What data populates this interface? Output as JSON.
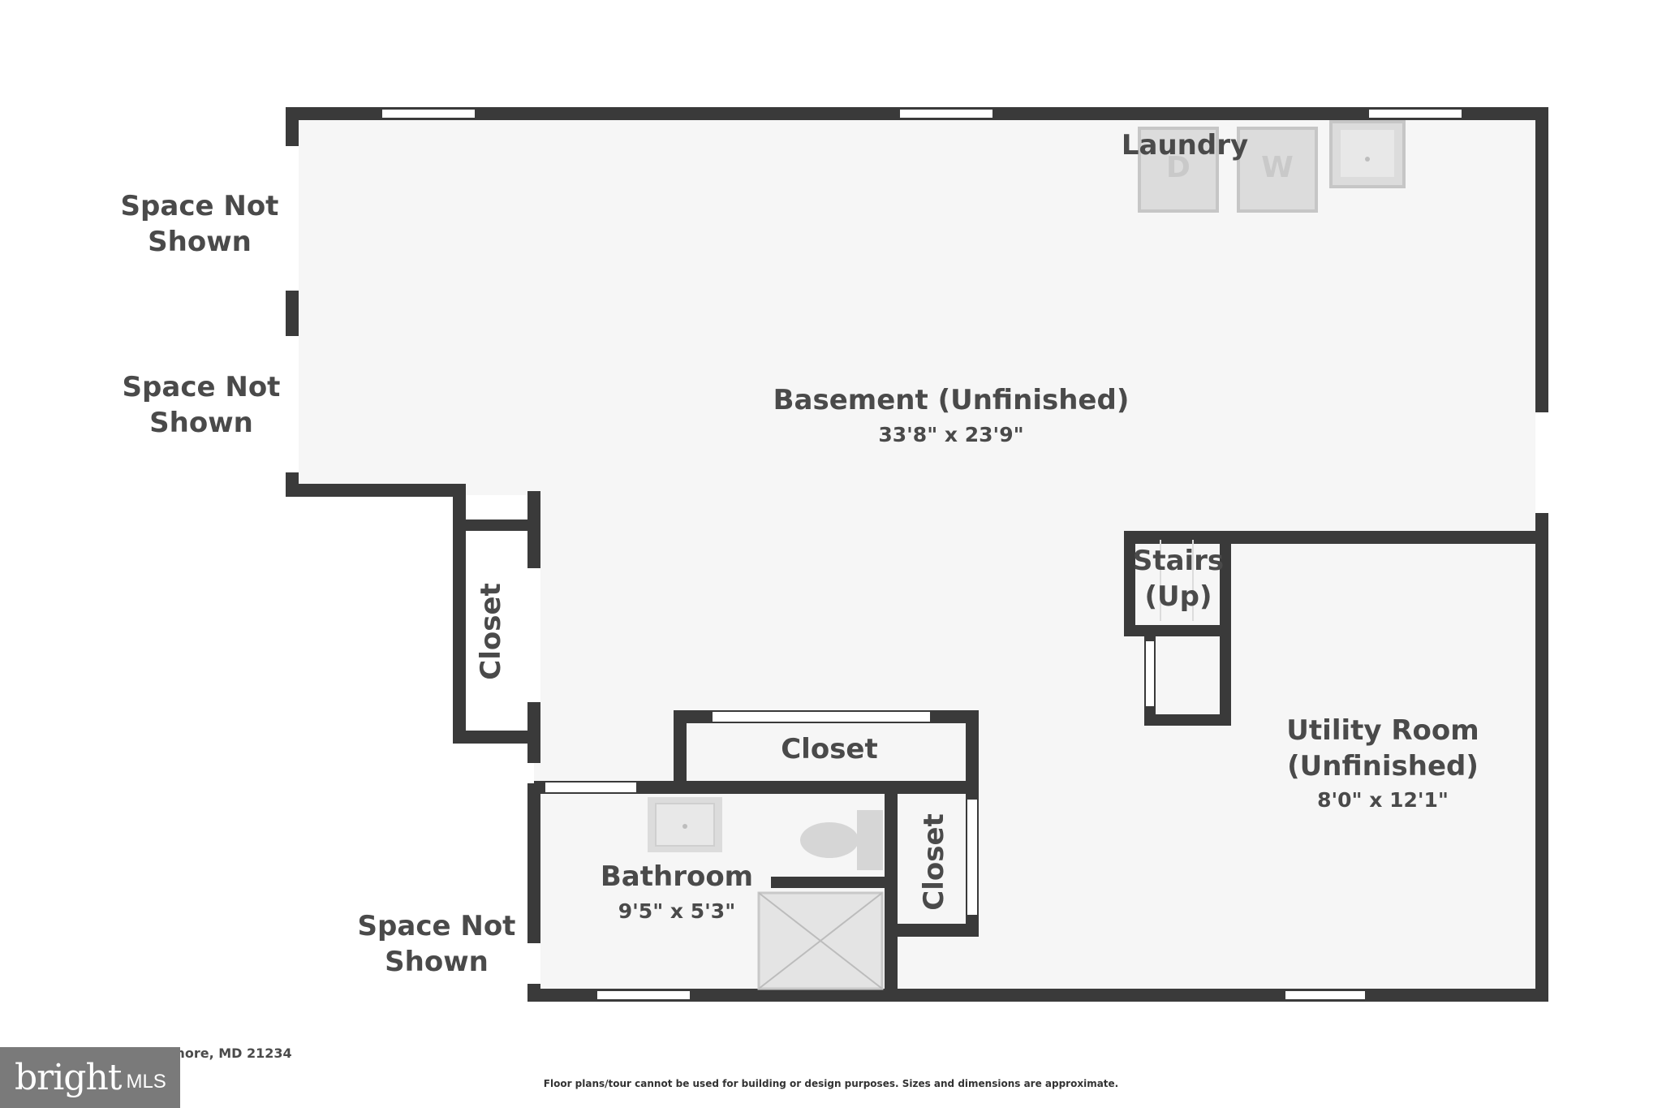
{
  "rooms": {
    "basement_name": "Basement (Unfinished)",
    "basement_dims": "33'8\" x 23'9\"",
    "laundry": "Laundry",
    "stairs_line1": "Stairs",
    "stairs_line2": "(Up)",
    "utility_line1": "Utility Room",
    "utility_line2": "(Unfinished)",
    "utility_dims": "8'0\" x 12'1\"",
    "closet": "Closet",
    "bathroom_name": "Bathroom",
    "bathroom_dims": "9'5\" x 5'3\"",
    "space_not_line1": "Space Not",
    "space_not_line2": "Shown"
  },
  "fixtures": {
    "dryer_letter": "D",
    "washer_letter": "W"
  },
  "footer": {
    "address": "6907 M... Ave, Baltimore, MD 21234",
    "disclaimer": "Floor plans/tour cannot be used for building or design purposes. Sizes and dimensions are approximate.",
    "brand_main": "bright",
    "brand_sub": "MLS"
  },
  "colors": {
    "wall": "#3a3a3a",
    "floor": "#f6f6f6",
    "fixture": "#dcdcdc",
    "text": "#4a4a4a"
  }
}
